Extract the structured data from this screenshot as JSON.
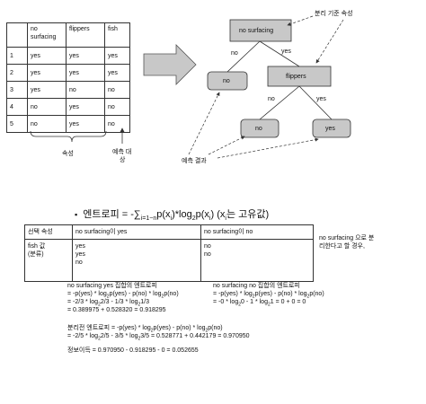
{
  "table1": {
    "headers": [
      "",
      "no surfacing",
      "flippers",
      "fish"
    ],
    "rows": [
      [
        "1",
        "yes",
        "yes",
        "yes"
      ],
      [
        "2",
        "yes",
        "yes",
        "yes"
      ],
      [
        "3",
        "yes",
        "no",
        "no"
      ],
      [
        "4",
        "no",
        "yes",
        "no"
      ],
      [
        "5",
        "no",
        "yes",
        "no"
      ]
    ],
    "attr_label": "속성",
    "target_label_1": "예측 대",
    "target_label_2": "상"
  },
  "tree": {
    "root": "no surfacing",
    "edge_no_1": "no",
    "edge_yes_1": "yes",
    "leaf_no_1": "no",
    "node_flippers": "flippers",
    "edge_no_2": "no",
    "edge_yes_2": "yes",
    "leaf_no_2": "no",
    "leaf_yes": "yes",
    "split_label": "분리 기준 속성",
    "predict_label": "예측 결과"
  },
  "entropy": {
    "bullet": "▪",
    "title_prefix": "엔트로피 = -∑",
    "title_sub": "i=1~n",
    "title_mid": "p(x",
    "title_sub_i": "i",
    "title_mid2": ")*log",
    "title_sub_2": "2",
    "title_mid3": "p(x",
    "title_end": ")  (x",
    "title_tail": "는 고유값)"
  },
  "table2": {
    "h1": "선택 속성",
    "h2": "no surfacing이 yes",
    "h3": "no surfacing이 no",
    "r1c1": "fish 값\n(분류)",
    "r1c2": "yes\nyes\nno",
    "r1c3": "no\nno"
  },
  "side_note_1": "no surfacing 으로 분",
  "side_note_2": "리한다고 할 경우,",
  "calc_left": {
    "title": "no surfacing yes 집합의 엔트로피",
    "line1_a": "= -p(yes) * log",
    "line1_b": "p(yes) - p(no) * log",
    "line1_c": "p(no)",
    "line2_a": "= -2/3 * log",
    "line2_b": "2/3 - 1/3 * log",
    "line2_c": "1/3",
    "line3": "= 0.389975 + 0.528320 = 0.918295"
  },
  "calc_right": {
    "title": "no surfacing no 집합의 엔트로피",
    "line1_a": "= -p(yes) * log",
    "line1_b": "p(yes) - p(no) * log",
    "line1_c": "p(no)",
    "line2_a": "= -0 * log",
    "line2_b": "0 - 1 * log",
    "line2_c": "1 = 0 + 0 = 0"
  },
  "calc_before": {
    "line1_a": "분리전 엔트로피 = -p(yes) * log",
    "line1_b": "p(yes) - p(no) * log",
    "line1_c": "p(no)",
    "line2_a": "= -2/5 * log",
    "line2_b": "2/5 - 3/5 * log",
    "line2_c": "3/5 = 0.528771 + 0.442179 = 0.970950"
  },
  "info_gain": "정보이득 = 0.970950 - 0.918295 - 0 = 0.052655",
  "sub_two": "2"
}
